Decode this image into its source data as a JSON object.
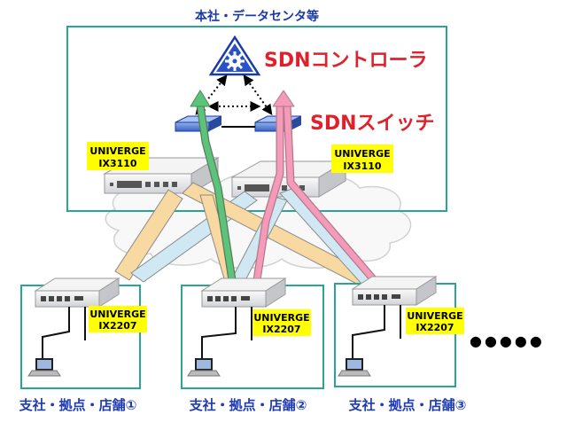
{
  "hq": {
    "title": "本社・データセンタ等"
  },
  "controller": {
    "label": "SDNコントローラ"
  },
  "sdn_switch": {
    "label": "SDNスイッチ"
  },
  "hq_router_left": {
    "model_line1": "UNIVERGE",
    "model_line2": "IX3110"
  },
  "hq_router_right": {
    "model_line1": "UNIVERGE",
    "model_line2": "IX3110"
  },
  "branches": [
    {
      "name": "支社・拠点・店舗①",
      "model_line1": "UNIVERGE",
      "model_line2": "IX2207"
    },
    {
      "name": "支社・拠点・店舗②",
      "model_line1": "UNIVERGE",
      "model_line2": "IX2207"
    },
    {
      "name": "支社・拠点・店舗③",
      "model_line1": "UNIVERGE",
      "model_line2": "IX2207"
    }
  ],
  "ellipsis": "●●●●●",
  "colors": {
    "frame": "#2aa58f",
    "title": "#1a3aa8",
    "accent_red": "#e0202a",
    "label_bg": "#ffff00",
    "tunnel_orange": "#f8d9a2",
    "tunnel_blue": "#cfe8f4",
    "flow_green": "#5cc47a",
    "flow_pink": "#f59ab8",
    "branch_text": "#1e3cb4"
  }
}
